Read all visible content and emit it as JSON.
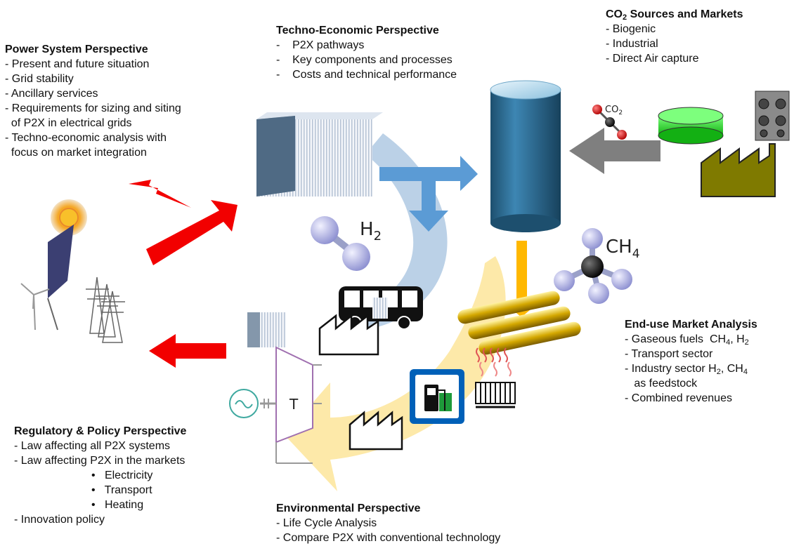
{
  "power": {
    "title": "Power System Perspective",
    "items": [
      "- Present and future situation",
      "- Grid stability",
      "- Ancillary services",
      "- Requirements for sizing and siting",
      "  of P2X in electrical grids",
      "- Techno-economic analysis with",
      "  focus on market integration"
    ]
  },
  "techno": {
    "title": "Techno-Economic Perspective",
    "items": [
      "-    P2X pathways",
      "-    Key components and processes",
      "-    Costs and technical performance"
    ]
  },
  "co2": {
    "title_pre": "CO",
    "title_sub": "2",
    "title_post": " Sources and Markets",
    "items": [
      "- Biogenic",
      "- Industrial",
      "- Direct Air capture"
    ]
  },
  "enduse": {
    "title": "End-use Market Analysis",
    "line1_pre": "- Gaseous fuels  CH",
    "line1_sub": "4",
    "line1_mid": ", H",
    "line1_sub2": "2",
    "line2": "- Transport sector",
    "line3_pre": "- Industry sector H",
    "line3_sub": "2",
    "line3_mid": ", CH",
    "line3_sub2": "4",
    "line4": "   as feedstock",
    "line5": "- Combined revenues"
  },
  "regulatory": {
    "title": "Regulatory & Policy Perspective",
    "items": [
      "- Law affecting all P2X systems",
      "- Law affecting P2X in the markets"
    ],
    "bullets": [
      "•   Electricity",
      "•   Transport",
      "•   Heating"
    ],
    "last": "- Innovation policy"
  },
  "environmental": {
    "title": "Environmental Perspective",
    "items": [
      "- Life Cycle Analysis",
      "- Compare P2X with conventional technology"
    ]
  },
  "labels": {
    "h2": "H",
    "h2_sub": "2",
    "ch4": "CH",
    "ch4_sub": "4",
    "co2_mol": "CO",
    "co2_mol_sub": "2",
    "turbine": "T"
  },
  "colors": {
    "red_arrow": "#f20000",
    "blue_arrow": "#5b9bd5",
    "light_blue_arc": "#b7cfe6",
    "yellow_arc": "#fde9a9",
    "orange_arrow": "#ffb800",
    "grey_arrow": "#7f7f7f",
    "tank": "#2f6d93",
    "factory_olive": "#7f7a00",
    "green_tank": "#1fdc1f",
    "pipe_gold": "#d9b100"
  }
}
